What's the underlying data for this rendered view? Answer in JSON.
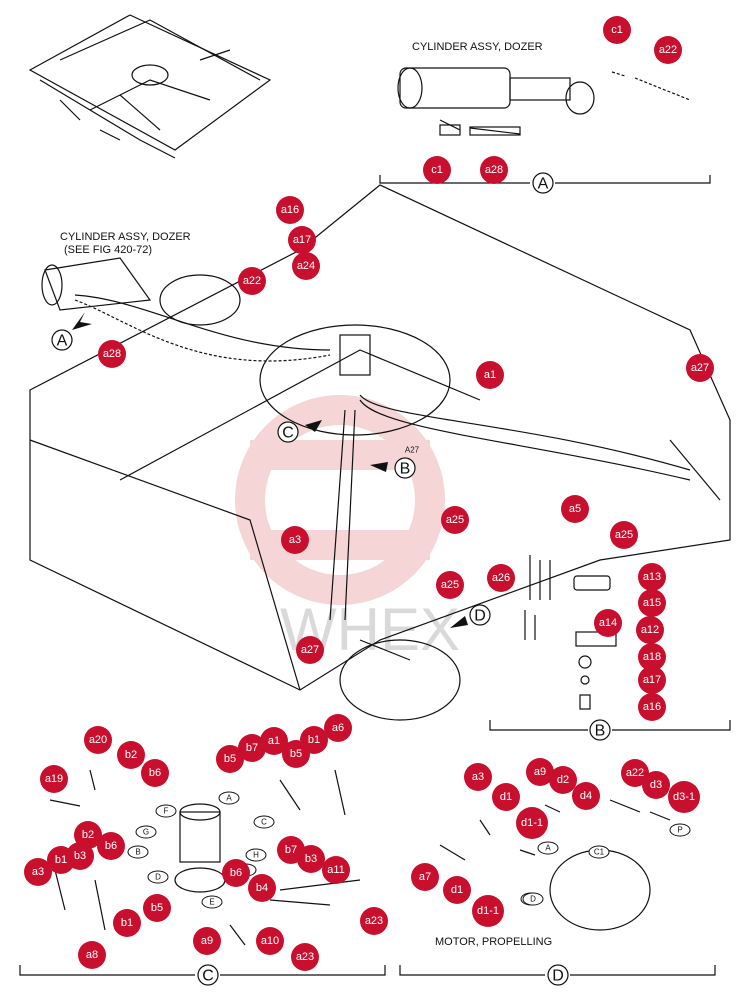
{
  "captions": {
    "top_cylinder": "CYLINDER ASSY, DOZER",
    "main_cylinder_1": "CYLINDER ASSY, DOZER",
    "main_cylinder_2": "(SEE FIG 420-72)",
    "motor": "MOTOR, PROPELLING",
    "a27_text": "A27"
  },
  "watermark": "WHEX",
  "detail_letters": {
    "A": "A",
    "B": "B",
    "C": "C",
    "D": "D"
  },
  "small_tags": [
    "A",
    "F",
    "G",
    "E",
    "D",
    "H",
    "C",
    "A",
    "B",
    "B",
    "C1",
    "E",
    "P",
    "D"
  ],
  "callouts": [
    {
      "text": "c1"
    },
    {
      "text": "a22"
    },
    {
      "text": "c1"
    },
    {
      "text": "a28"
    },
    {
      "text": "a16"
    },
    {
      "text": "a17"
    },
    {
      "text": "a24"
    },
    {
      "text": "a22"
    },
    {
      "text": "a28"
    },
    {
      "text": "a1"
    },
    {
      "text": "a27"
    },
    {
      "text": "a5"
    },
    {
      "text": "a25"
    },
    {
      "text": "a25"
    },
    {
      "text": "a3"
    },
    {
      "text": "a25"
    },
    {
      "text": "a27"
    },
    {
      "text": "a26"
    },
    {
      "text": "a13"
    },
    {
      "text": "a15"
    },
    {
      "text": "a14"
    },
    {
      "text": "a12"
    },
    {
      "text": "a18"
    },
    {
      "text": "a17"
    },
    {
      "text": "a16"
    },
    {
      "text": "a20"
    },
    {
      "text": "b2"
    },
    {
      "text": "b6"
    },
    {
      "text": "a19"
    },
    {
      "text": "b5"
    },
    {
      "text": "b7"
    },
    {
      "text": "a1"
    },
    {
      "text": "b5"
    },
    {
      "text": "b1"
    },
    {
      "text": "a6"
    },
    {
      "text": "b2"
    },
    {
      "text": "b6"
    },
    {
      "text": "b3"
    },
    {
      "text": "b1"
    },
    {
      "text": "a3"
    },
    {
      "text": "b1"
    },
    {
      "text": "b5"
    },
    {
      "text": "a8"
    },
    {
      "text": "b7"
    },
    {
      "text": "b3"
    },
    {
      "text": "a11"
    },
    {
      "text": "b6"
    },
    {
      "text": "b4"
    },
    {
      "text": "a23"
    },
    {
      "text": "a9"
    },
    {
      "text": "a10"
    },
    {
      "text": "a23"
    },
    {
      "text": "a3"
    },
    {
      "text": "a9"
    },
    {
      "text": "d1"
    },
    {
      "text": "d2"
    },
    {
      "text": "d4"
    },
    {
      "text": "a22"
    },
    {
      "text": "d3"
    },
    {
      "text": "d3-1"
    },
    {
      "text": "d1-1"
    },
    {
      "text": "a7"
    },
    {
      "text": "d1"
    },
    {
      "text": "d1-1"
    }
  ],
  "colors": {
    "callout": "#c8102e",
    "line": "#111111",
    "watermark": "#e9b3b3"
  }
}
